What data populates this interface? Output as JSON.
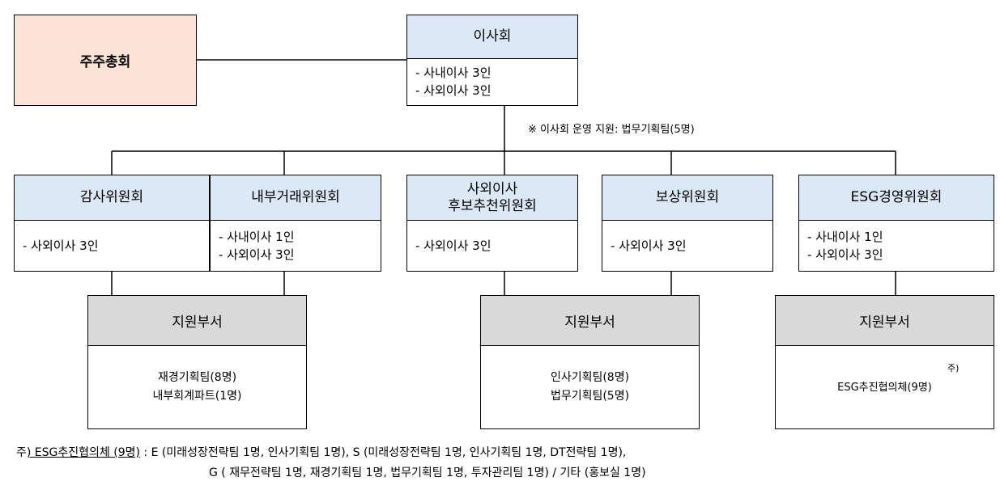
{
  "shareholders": {
    "label": "주주총회"
  },
  "board": {
    "title": "이사회",
    "members": [
      "- 사내이사 3인",
      "- 사외이사 3인"
    ],
    "support_note": "※ 이사회 운영 지원: 법무기획팀(5명)"
  },
  "committees": [
    {
      "title": "감사위원회",
      "members": [
        "- 사외이사 3인"
      ]
    },
    {
      "title": "내부거래위원회",
      "members": [
        "- 사내이사 1인",
        "- 사외이사 3인"
      ]
    },
    {
      "title_lines": [
        "사외이사",
        "후보추천위원회"
      ],
      "members": [
        "- 사외이사 3인"
      ]
    },
    {
      "title": "보상위원회",
      "members": [
        "- 사외이사 3인"
      ]
    },
    {
      "title": "ESG경영위원회",
      "members": [
        "- 사내이사 1인",
        "- 사외이사 3인"
      ]
    }
  ],
  "support_units": [
    {
      "title": "지원부서",
      "teams": [
        "재경기획팀(8명)",
        "내부회계파트(1명)"
      ]
    },
    {
      "title": "지원부서",
      "teams": [
        "인사기획팀(8명)",
        "법무기획팀(5명)"
      ]
    },
    {
      "title": "지원부서",
      "teams": [
        "ESG추진협의체(9명)"
      ],
      "superscript": "주)"
    }
  ],
  "footnote": {
    "prefix": "주",
    "underlined": ") ESG추진협의체 (9명)",
    "line1_rest": " : E (미래성장전략팀 1명, 인사기획팀 1명), S (미래성장전략팀 1명, 인사기획팀 1명, DT전략팀 1명),",
    "line2": "G ( 재무전략팀 1명, 재경기획팀 1명, 법무기획팀 1명, 투자관리팀 1명) / 기타 (홍보실 1명)"
  },
  "colors": {
    "shareholders_fill": "#fbe4d5",
    "header_fill": "#dbe9f7",
    "support_header_fill": "#d9d9d9",
    "line": "#000000"
  }
}
